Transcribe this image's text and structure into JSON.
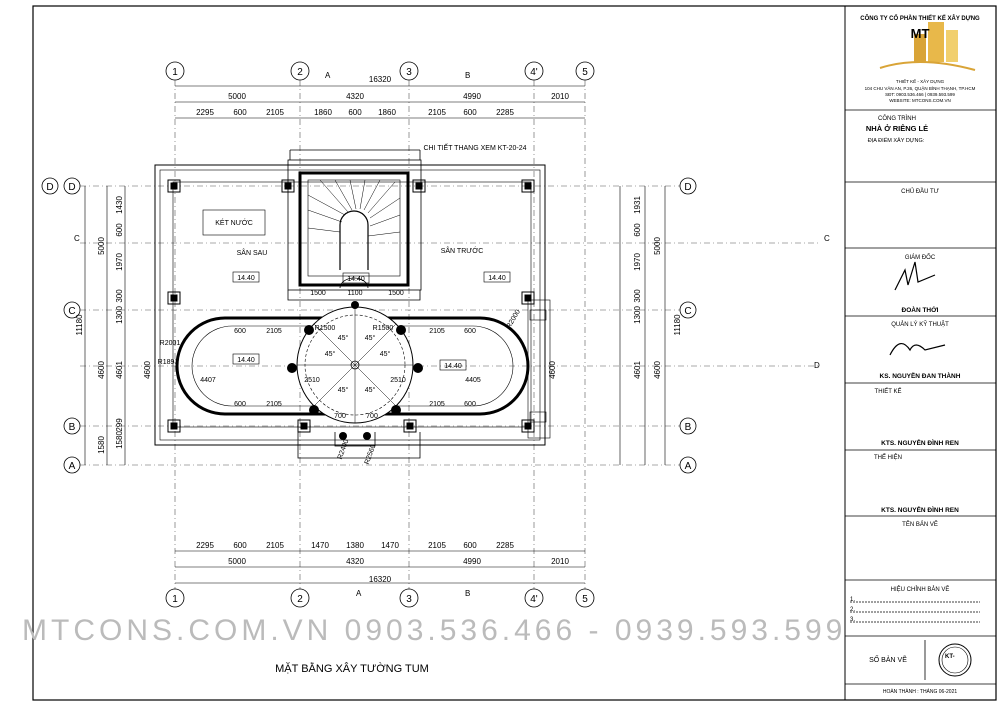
{
  "sheet": {
    "title": "MẶT BẰNG XÂY TƯỜNG TUM",
    "watermark": "MTCONS.COM.VN    0903.536.466 - 0939.593.599"
  },
  "titleblock": {
    "company": "CÔNG TY CỔ PHẦN THIẾT KẾ XÂY DỰNG",
    "logo_text": "MT",
    "logo_sub": "THIẾT KẾ - XÂY DỰNG",
    "address": "104 CHU VĂN AN, P.26, QUẬN BÌNH THẠNH, TP.HCM",
    "phone": "SĐT: 0903.536.466 | 0939.593.599",
    "website": "WEBSITE: MTCONS.COM.VN",
    "project_label": "CÔNG TRÌNH",
    "project_name": "NHÀ Ở RIÊNG LẺ",
    "location_label": "ĐỊA ĐIỂM XÂY DỰNG:",
    "owner_label": "CHỦ ĐẦU TƯ",
    "director_label": "GIÁM ĐỐC",
    "director_name": "ĐOÀN THỚI",
    "tech_label": "QUẢN LÝ KỸ THUẬT",
    "tech_name": "KS. NGUYỄN ĐAN THÀNH",
    "design_label": "THIẾT KẾ",
    "design_name": "KTS. NGUYỄN ĐÌNH REN",
    "draw_label": "THỂ HIỆN",
    "draw_name": "KTS. NGUYỄN ĐÌNH REN",
    "sheetname_label": "TÊN BẢN VẼ",
    "revision_label": "HIỆU CHỈNH BẢN VẼ",
    "rev1": "1.",
    "rev2": "2.",
    "rev3": "3.",
    "sheetno_label": "SỐ BẢN VẼ",
    "sheetno": "KT-",
    "completed": "HOÀN THÀNH : THÁNG 06-2021"
  },
  "plan": {
    "grid_top": [
      "1",
      "2",
      "3",
      "4'",
      "5"
    ],
    "grid_side": [
      "D",
      "C",
      "B",
      "A"
    ],
    "section_a": "A",
    "section_b": "B",
    "section_c": "C",
    "section_d": "D",
    "overall": "16320",
    "top_row1": [
      "5000",
      "4320",
      "4990",
      "2010"
    ],
    "top_row2": [
      "2295",
      "600",
      "2105",
      "1860",
      "600",
      "1860",
      "2105",
      "600",
      "2285"
    ],
    "bot_row1": [
      "2295",
      "600",
      "2105",
      "1470",
      "1380",
      "1470",
      "2105",
      "600",
      "2285"
    ],
    "bot_row2": [
      "5000",
      "4320",
      "4990",
      "2010"
    ],
    "left_row1": [
      "1430",
      "600",
      "1970",
      "300",
      "1300",
      "4601",
      "1580",
      "299"
    ],
    "left_row2": [
      "5000",
      "11180",
      "4600",
      "1580"
    ],
    "stair_note": "CHI TIẾT THANG XEM KT-20-24",
    "room_tank": "KÉT NƯỚC",
    "room_back": "SÂN SAU",
    "room_front": "SÂN TRƯỚC",
    "level": "14.40",
    "dim_4407": "4407",
    "dim_4405": "4405",
    "dim_2510": "2510",
    "dim_1500": "1500",
    "dim_1100": "1100",
    "dim_700": "700",
    "dim_2105": "2105",
    "dim_600": "600",
    "radius_r2001": "R2001",
    "radius_r1891": "R1891",
    "radius_r2000": "R2000",
    "radius_r1500": "R1500",
    "radius_r2400": "R2400",
    "radius_r2560": "R2560",
    "angle": "45°",
    "right_dims": [
      "1931",
      "600",
      "1970",
      "5000",
      "300",
      "1300",
      "4601",
      "4600",
      "11180"
    ]
  }
}
